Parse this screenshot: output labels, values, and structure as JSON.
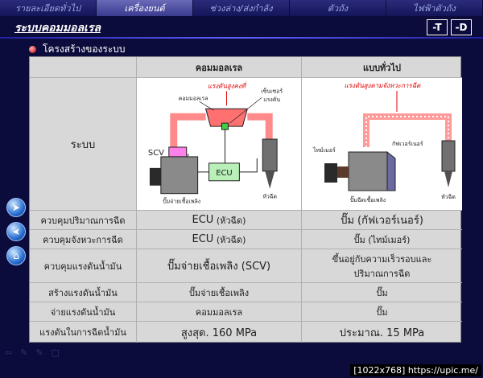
{
  "tabs": [
    {
      "label": "รายละเอียดทั่วไป",
      "active": false
    },
    {
      "label": "เครื่องยนต์",
      "active": true
    },
    {
      "label": "ช่วงล่าง/ส่งกำลัง",
      "active": false
    },
    {
      "label": "ตัวถัง",
      "active": false
    },
    {
      "label": "ไฟฟ้าตัวถัง",
      "active": false
    }
  ],
  "page_title": "ระบบคอมมอลเรล",
  "buttons": {
    "t": "-T",
    "d": "-D"
  },
  "section_title": "โครงสร้างของระบบ",
  "table": {
    "header": {
      "col2": "คอมมอลเรล",
      "col3": "แบบทั่วไป"
    },
    "system_label": "ระบบ",
    "diagram_cr": {
      "pressure_label": "แรงดันสูงคงที่",
      "rail": "คอมมอลเรล",
      "sensor1": "เซ็นเซอร์",
      "sensor2": "แรงดัน",
      "scv": "SCV",
      "ecu": "ECU",
      "pump": "ปั๊มจ่ายเชื้อเพลิง",
      "injector": "หัวฉีด"
    },
    "diagram_conv": {
      "pressure_label": "แรงดันสูงตามจังหวะการฉีด",
      "timer": "ไทม์เมอร์",
      "governor": "กัฟเวอร์เนอร์",
      "pump": "ปั๊มฉีดเชื้อเพลิง",
      "injector": "หัวฉีด"
    },
    "rows": [
      {
        "label": "ควบคุมปริมาณการฉีด",
        "cr_main": "ECU",
        "cr_sub": "(หัวฉีด)",
        "conv": "ปั๊ม (กัฟเวอร์เนอร์)"
      },
      {
        "label": "ควบคุมจังหวะการฉีด",
        "cr_main": "ECU",
        "cr_sub": "(หัวฉีด)",
        "conv": "ปั๊ม (ไทม์เมอร์)"
      },
      {
        "label": "ควบคุมแรงดันน้ำมัน",
        "cr_main": "ปั๊มจ่ายเชื้อเพลิง (SCV)",
        "cr_sub": "",
        "conv": "ขึ้นอยู่กับความเร็วรอบและปริมาณการฉีด"
      },
      {
        "label": "สร้างแรงดันน้ำมัน",
        "cr_main": "ปั๊มจ่ายเชื้อเพลิง",
        "cr_sub": "",
        "conv": "ปั๊ม"
      },
      {
        "label": "จ่ายแรงดันน้ำมัน",
        "cr_main": "คอมมอลเรล",
        "cr_sub": "",
        "conv": "ปั๊ม"
      },
      {
        "label": "แรงดันในการฉีดน้ำมัน",
        "cr_main": "สูงสุด. 160 MPa",
        "cr_sub": "",
        "conv": "ประมาณ. 15 MPa"
      }
    ]
  },
  "caption": "[1022x768] https://upic.me/",
  "colors": {
    "background": "#0b0b3c",
    "accent_red": "#ff6a6a",
    "ecu_green": "#b8f0b8"
  }
}
